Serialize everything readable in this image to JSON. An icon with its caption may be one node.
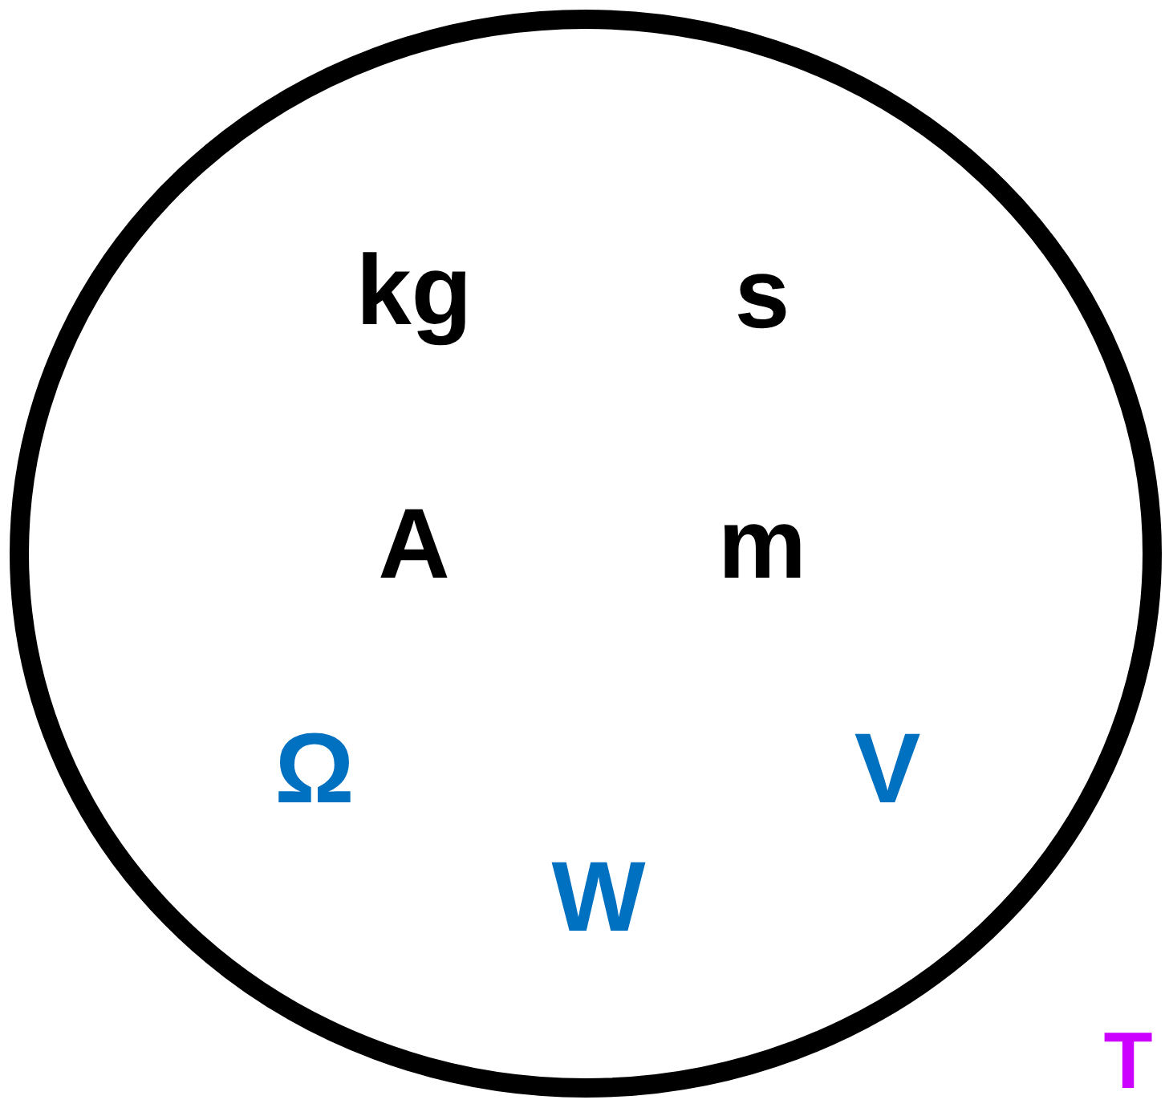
{
  "diagram": {
    "nodes": [
      {
        "text": [
          "kg",
          "s",
          "A",
          "m",
          "Ω",
          "V",
          "W"
        ]
      }
    ],
    "labels": [
      "T"
    ]
  }
}
